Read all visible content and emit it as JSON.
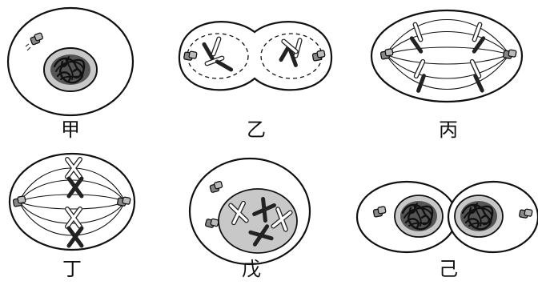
{
  "cells": [
    {
      "id": "jia",
      "label": "甲"
    },
    {
      "id": "yi",
      "label": "乙"
    },
    {
      "id": "bing",
      "label": "丙"
    },
    {
      "id": "ding",
      "label": "丁"
    },
    {
      "id": "wu",
      "label": "戊"
    },
    {
      "id": "ji",
      "label": "己"
    }
  ],
  "colors": {
    "outline": "#111111",
    "nucleus_fill": "#c8c8c8",
    "chromatin_fill": "#555555",
    "dark_chromosome": "#222222",
    "light_chromosome": "#ffffff"
  }
}
